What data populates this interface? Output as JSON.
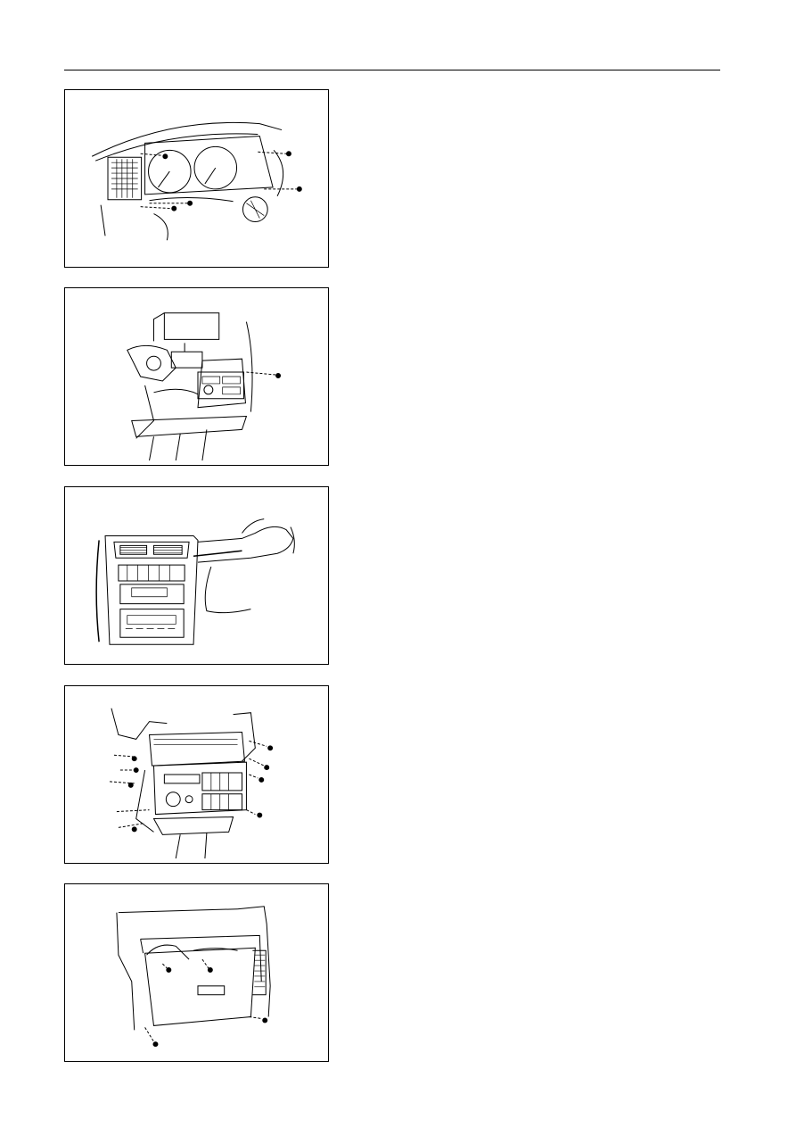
{
  "page": {
    "figures": [
      {
        "id": "fig-1",
        "name": "combination-meter-removal-illustration"
      },
      {
        "id": "fig-2",
        "name": "lower-dash-panel-removal-illustration"
      },
      {
        "id": "fig-3",
        "name": "center-cluster-prying-illustration"
      },
      {
        "id": "fig-4",
        "name": "heater-control-bracket-removal-illustration"
      },
      {
        "id": "fig-5",
        "name": "glove-compartment-removal-illustration"
      }
    ]
  }
}
